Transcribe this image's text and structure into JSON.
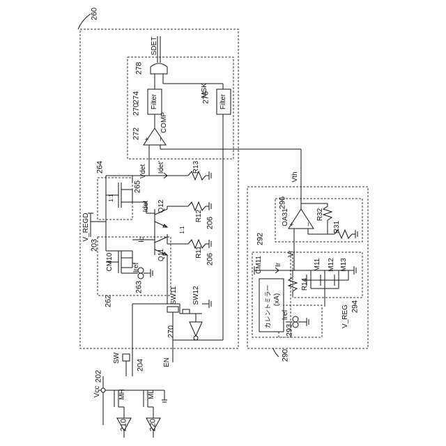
{
  "refs": {
    "r260": "260",
    "r270_block": "270",
    "r270_sw": "270",
    "r290": "290",
    "r292": "292",
    "r294": "294",
    "r296": "296",
    "r262": "262",
    "r263": "263",
    "r264": "264",
    "r265": "265",
    "r272": "272",
    "r274": "274",
    "r276": "276",
    "r278": "278",
    "r293": "293",
    "r202": "202",
    "r203": "203",
    "r204": "204",
    "r206a": "206",
    "r206b": "206",
    "r210": "210",
    "r220": "220"
  },
  "labels": {
    "sdet": "SDET",
    "msk": "MSK",
    "comp": "COMP",
    "filter1": "Filter",
    "filter2": "Filter",
    "vdet": "Vdet",
    "idet_prime": "Idet'",
    "idet": "Idet",
    "ic": "Ic",
    "iref1": "Iref",
    "iref2": "Iref",
    "vth": "Vth",
    "vr": "Vr",
    "ir": "Ir",
    "vreg1": "V_REGD",
    "vreg2": "V_REG",
    "vcc": "Vcc",
    "sw": "SW",
    "en": "EN",
    "mh": "MH",
    "ml": "ML",
    "cm10": "CM10",
    "cm11": "CM11",
    "q11": "Q11",
    "q12": "Q12",
    "r11": "R11",
    "r12": "R12",
    "r13": "R13",
    "r14": "R14",
    "r31": "R31",
    "r32": "R32",
    "m11": "M11",
    "m12": "M12",
    "m13": "M13",
    "oa31": "OA31",
    "sw11": "SW11",
    "sw12": "SW12",
    "ratio1": "1:1",
    "ratio2": "1:1",
    "current_mirror": "カレントミラー",
    "xa": "(xA)",
    "plus": "+",
    "minus": "−"
  }
}
